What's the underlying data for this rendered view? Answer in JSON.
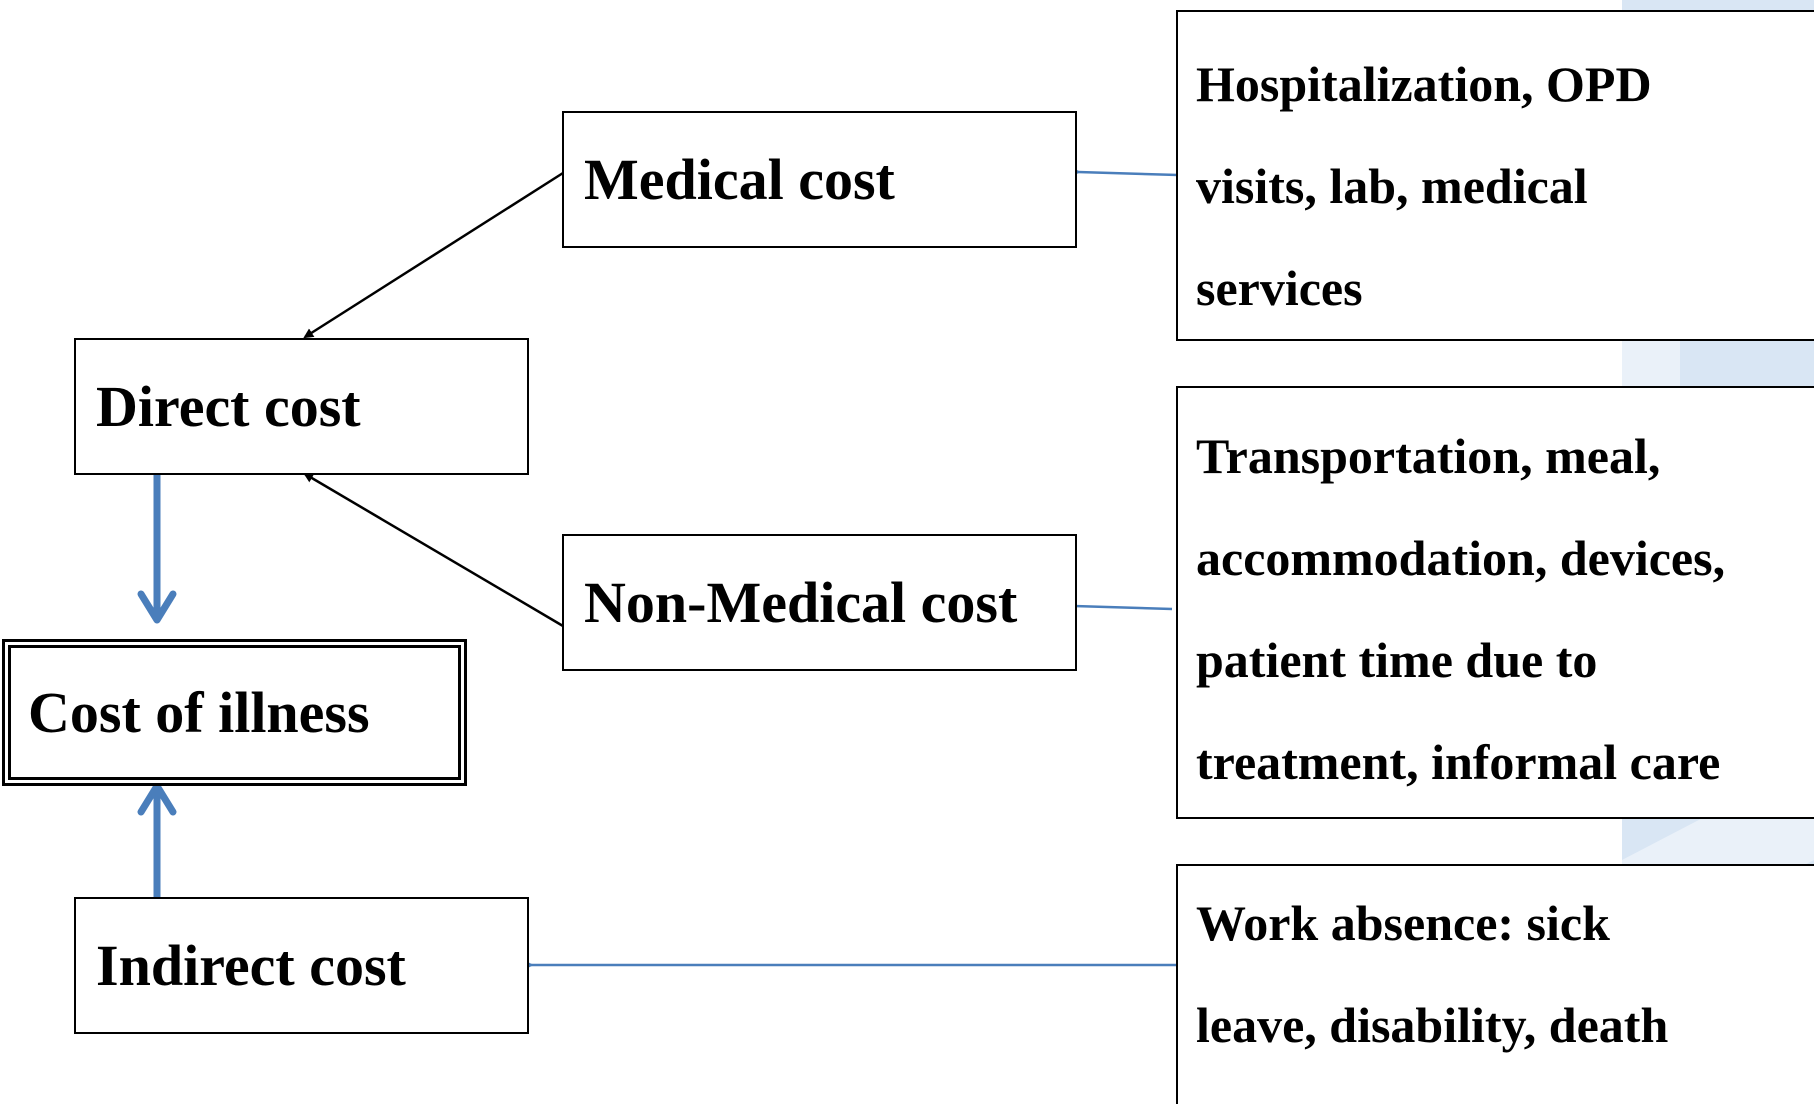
{
  "nodes": {
    "medical": "Medical cost",
    "non_medical": "Non-Medical cost",
    "direct": "Direct cost",
    "cost_of_illness": "Cost of illness",
    "indirect": "Indirect cost"
  },
  "details": {
    "medical": [
      "Hospitalization, OPD",
      "visits,  lab,  medical",
      "services"
    ],
    "non_medical": [
      "Transportation, meal,",
      "accommodation, devices,",
      "patient time due to",
      "treatment, informal care"
    ],
    "indirect": [
      "Work absence: sick",
      "leave, disability, death"
    ]
  },
  "colors": {
    "accent_blue": "#4a7ebb",
    "watermark": "#d9e6f4",
    "black_arrow": "#000000"
  }
}
